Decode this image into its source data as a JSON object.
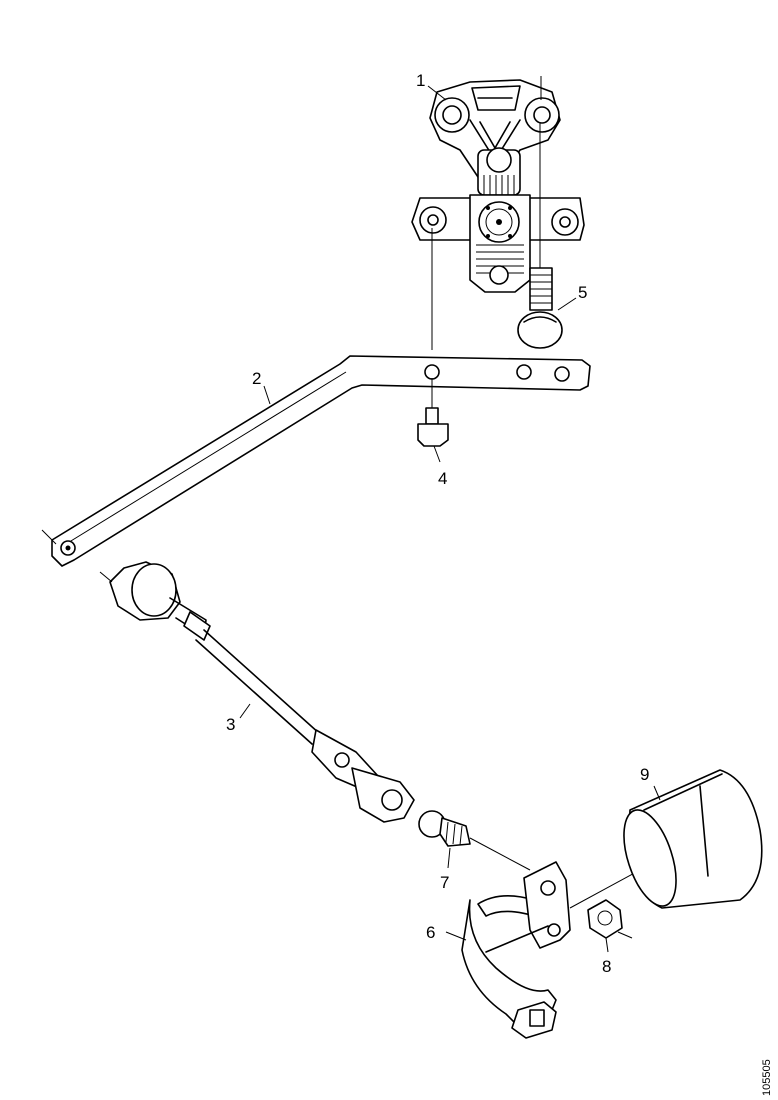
{
  "callouts": [
    "1",
    "2",
    "3",
    "4",
    "5",
    "6",
    "7",
    "8",
    "9"
  ],
  "drawing_code": "105505",
  "parts": [
    {
      "id": "1",
      "icon": "height-valve-icon"
    },
    {
      "id": "2",
      "icon": "lever-arm-icon"
    },
    {
      "id": "3",
      "icon": "connecting-rod-icon"
    },
    {
      "id": "4",
      "icon": "bolt-icon"
    },
    {
      "id": "5",
      "icon": "ball-joint-icon"
    },
    {
      "id": "6",
      "icon": "axle-clamp-icon"
    },
    {
      "id": "7",
      "icon": "ball-stud-icon"
    },
    {
      "id": "8",
      "icon": "nut-icon"
    },
    {
      "id": "9",
      "icon": "axle-tube-icon"
    }
  ]
}
